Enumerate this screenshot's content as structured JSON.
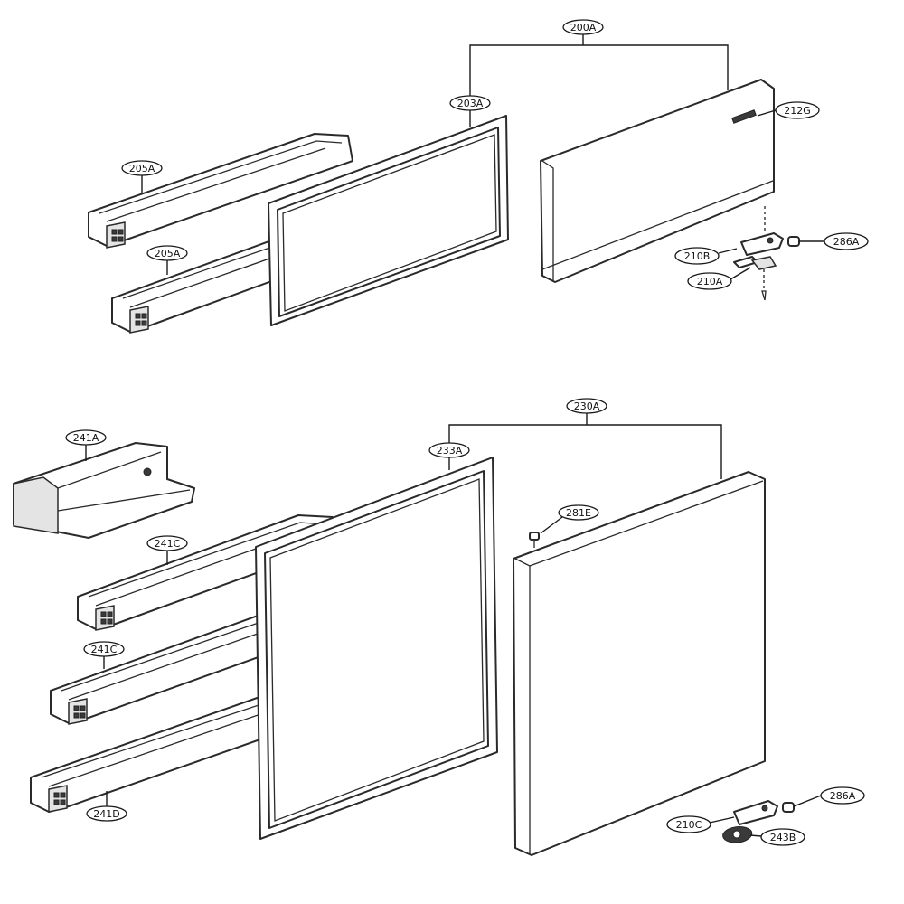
{
  "callouts": {
    "c200A": "200A",
    "c203A": "203A",
    "c212G": "212G",
    "c205A_1": "205A",
    "c205A_2": "205A",
    "c286A_1": "286A",
    "c210B": "210B",
    "c210A": "210A",
    "c230A": "230A",
    "c241A": "241A",
    "c233A": "233A",
    "c281E": "281E",
    "c241C_1": "241C",
    "c241C_2": "241C",
    "c241D": "241D",
    "c286A_2": "286A",
    "c210C": "210C",
    "c243B": "243B"
  }
}
